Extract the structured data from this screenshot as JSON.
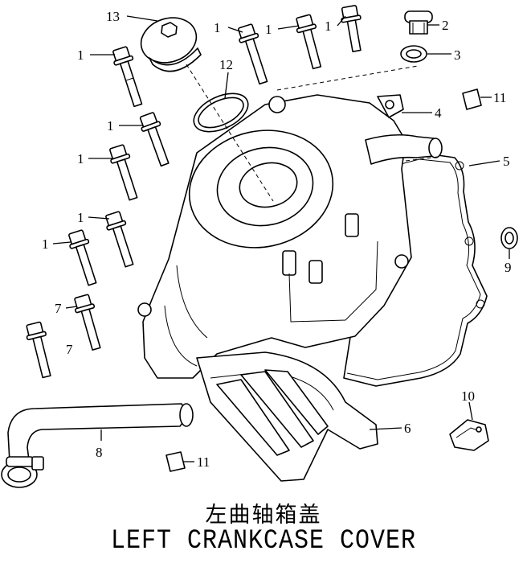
{
  "title_cn": "左曲轴箱盖",
  "title_en": "LEFT CRANKCASE COVER",
  "callouts": [
    {
      "id": "c13",
      "text": "13"
    },
    {
      "id": "c1a",
      "text": "1"
    },
    {
      "id": "c1b",
      "text": "1"
    },
    {
      "id": "c1c",
      "text": "1"
    },
    {
      "id": "c2",
      "text": "2"
    },
    {
      "id": "c3",
      "text": "3"
    },
    {
      "id": "c1d",
      "text": "1"
    },
    {
      "id": "c12",
      "text": "12"
    },
    {
      "id": "c11a",
      "text": "11"
    },
    {
      "id": "c4",
      "text": "4"
    },
    {
      "id": "c1e",
      "text": "1"
    },
    {
      "id": "c1f",
      "text": "1"
    },
    {
      "id": "c5",
      "text": "5"
    },
    {
      "id": "c1g",
      "text": "1"
    },
    {
      "id": "c1h",
      "text": "1"
    },
    {
      "id": "c9",
      "text": "9"
    },
    {
      "id": "c7a",
      "text": "7"
    },
    {
      "id": "c7b",
      "text": "7"
    },
    {
      "id": "c10",
      "text": "10"
    },
    {
      "id": "c6",
      "text": "6"
    },
    {
      "id": "c8",
      "text": "8"
    },
    {
      "id": "c11b",
      "text": "11"
    }
  ]
}
